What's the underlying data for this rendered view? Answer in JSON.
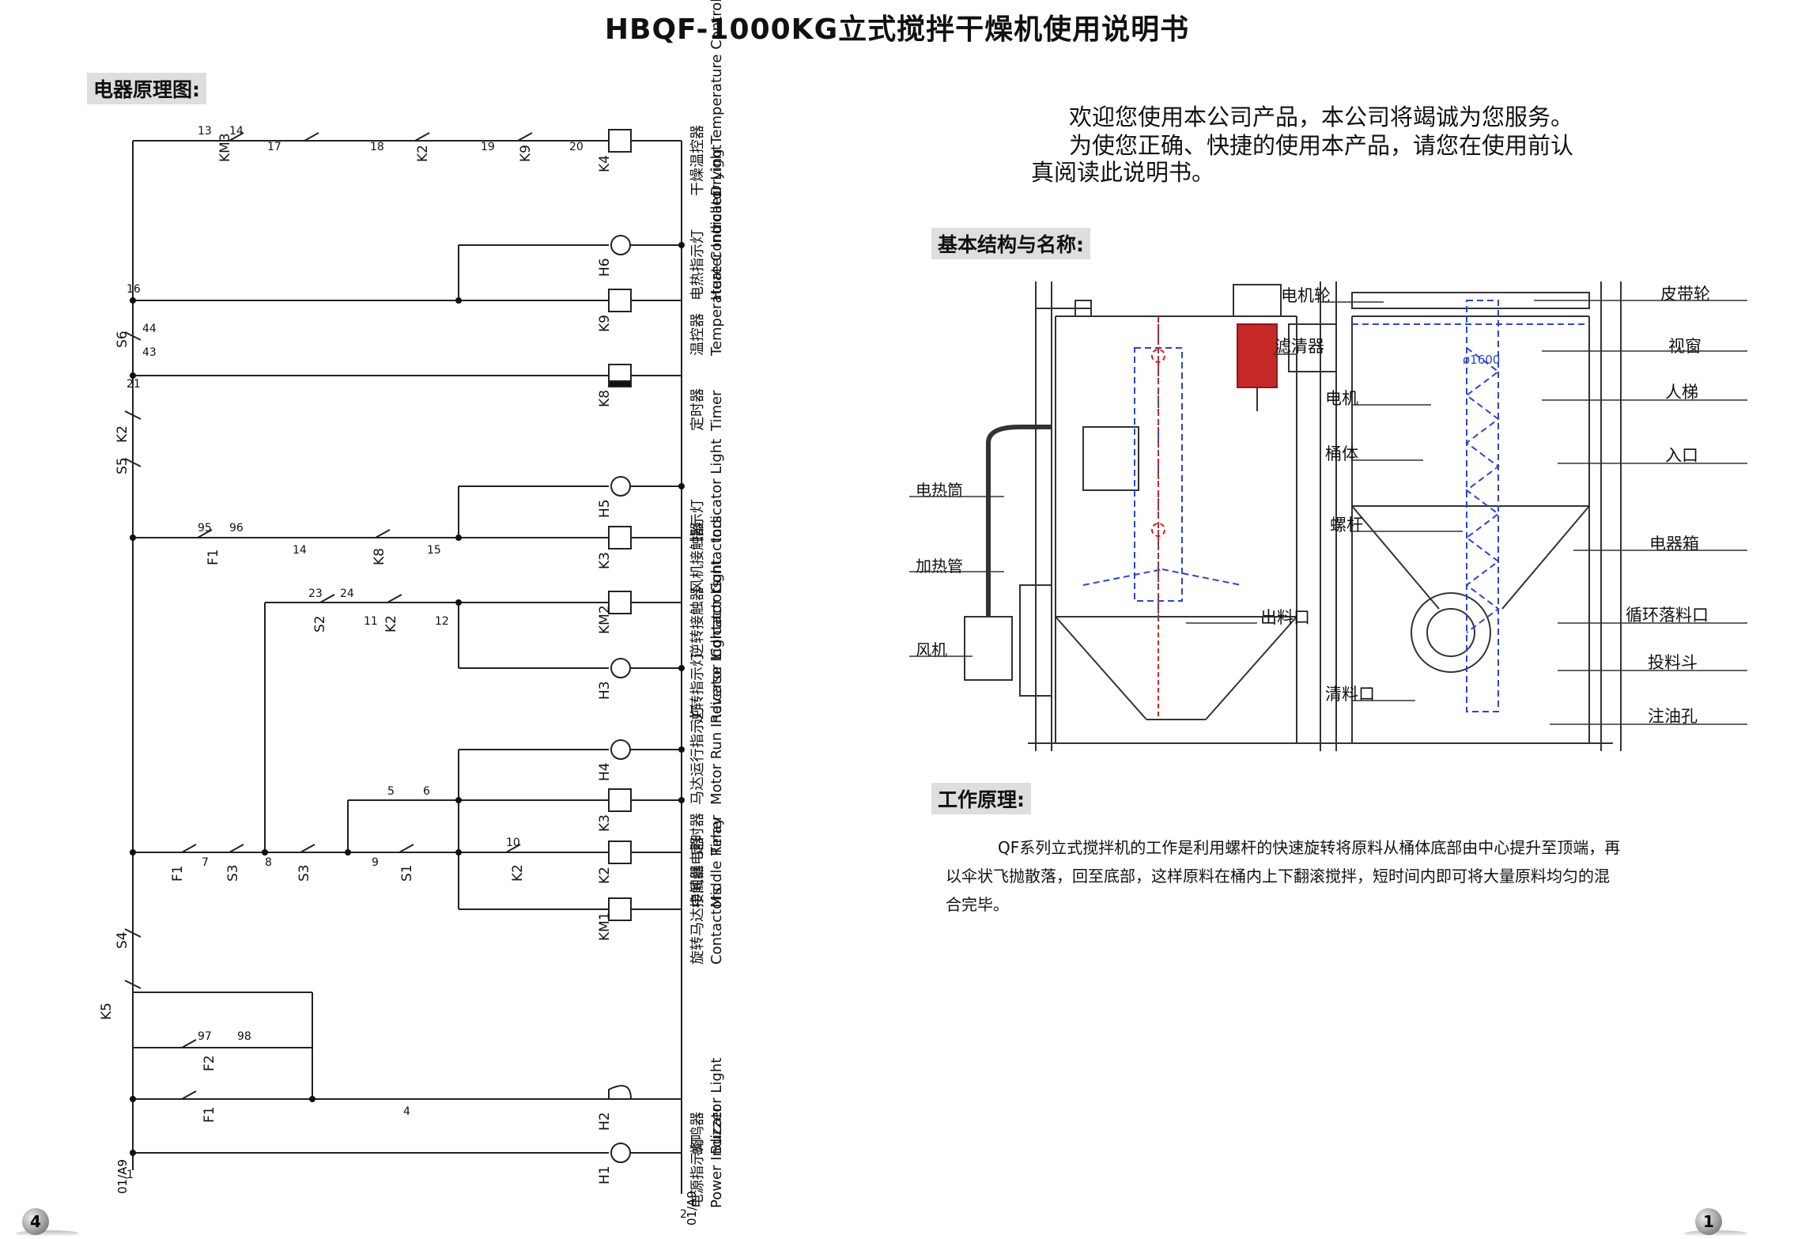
{
  "title": "HBQF-1000KG立式搅拌干燥机使用说明书",
  "sections": {
    "circuit": "电器原理图:",
    "structure": "基本结构与名称:",
    "principle": "工作原理:"
  },
  "welcome": {
    "line1": "欢迎您使用本公司产品，本公司将竭诚为您服务。",
    "line2": "为使您正确、快捷的使用本产品，请您在使用前认",
    "line3": "真阅读此说明书。"
  },
  "principle_text": {
    "line1": "QF系列立式搅拌机的工作是利用螺杆的快速旋转将原料从桶体底部由中心提升至顶端，再",
    "line2": "以伞状飞抛散落，回至底部，这样原料在桶内上下翻滚搅拌，短时间内即可将大量原料均匀的混",
    "line3": "合完毕。"
  },
  "page_numbers": {
    "left": "4",
    "right": "1"
  },
  "diagram_left_labels": [
    "电热筒",
    "加热管",
    "风机"
  ],
  "diagram_mid_labels": [
    "电机轮",
    "滤清器",
    "电机",
    "桶体",
    "螺杆",
    "出料口",
    "清料口"
  ],
  "diagram_right_labels": [
    "皮带轮",
    "视窗",
    "人梯",
    "入口",
    "电器箱",
    "循环落料口",
    "投料斗",
    "注油孔"
  ],
  "diagram_dimension": "ø1600",
  "circuit": {
    "rows": [
      {
        "cn": "干燥温控器",
        "en": "Drying Temperature Controller",
        "dev": "K4"
      },
      {
        "cn": "电热指示灯",
        "en": "Heater Indicator Light",
        "dev": "H6"
      },
      {
        "cn": "温控器",
        "en": "Temperature Controller",
        "dev": "K9"
      },
      {
        "cn": "定时器",
        "en": "Timer",
        "dev": "K8"
      },
      {
        "cn": "指示灯",
        "en": "Indicator Light",
        "dev": "H5"
      },
      {
        "cn": "风机接触器",
        "en": "Contactors",
        "dev": "K3"
      },
      {
        "cn": "逆转接触器",
        "en": "Contactors",
        "dev": "KM2"
      },
      {
        "cn": "逆转指示灯",
        "en": "Reverse Indicator Light",
        "dev": "H3"
      },
      {
        "cn": "马达运行指示灯",
        "en": "Motor Run Indicator Light",
        "dev": "H4"
      },
      {
        "cn": "定时器",
        "en": "Timer",
        "dev": "K3"
      },
      {
        "cn": "中间继电器",
        "en": "Middle Relay",
        "dev": "K2"
      },
      {
        "cn": "旋转马达接触器",
        "en": "Contactors",
        "dev": "KM1"
      },
      {
        "cn": "蜂鸣器",
        "en": "Buzzer",
        "dev": "H2"
      },
      {
        "cn": "电源指示灯",
        "en": "Power Indicator Light",
        "dev": "H1"
      }
    ],
    "left_switches": [
      "KM3",
      "K2",
      "K9",
      "S6",
      "K2",
      "S5",
      "F1",
      "K8",
      "S2",
      "K2",
      "F1",
      "S3",
      "S3",
      "S1",
      "K2",
      "S4",
      "K5",
      "F2",
      "F1"
    ],
    "wire_numbers": [
      "13",
      "14",
      "17",
      "18",
      "19",
      "20",
      "16",
      "44",
      "43",
      "21",
      "95",
      "96",
      "14",
      "15",
      "23",
      "24",
      "11",
      "12",
      "5",
      "6",
      "7",
      "8",
      "9",
      "10",
      "97",
      "98",
      "4",
      "1",
      "2"
    ],
    "terminals": [
      "01/A9",
      "01/A9"
    ]
  }
}
